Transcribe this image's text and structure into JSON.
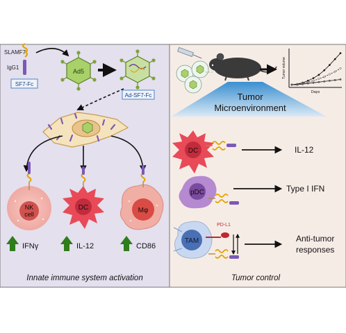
{
  "left": {
    "slamf7": "SLAMF7",
    "igg1": "IgG1",
    "sf7fc": "SF7-Fc",
    "ad5": "Ad5",
    "ad_sf7fc": "Ad-SF7-Fc",
    "nk_line1": "NK",
    "nk_line2": "cell",
    "dc": "DC",
    "mphi": "Mφ",
    "out_nk": "IFNγ",
    "out_dc": "IL-12",
    "out_mphi": "CD86",
    "caption": "Innate immune system activation"
  },
  "right": {
    "chart_ylabel": "Tumor volume",
    "chart_xlabel": "Days",
    "tme_line1": "Tumor",
    "tme_line2": "Microenvironment",
    "row1_cell": "DC",
    "row1_out": "IL-12",
    "row2_cell": "pDC",
    "row2_out": "Type I IFN",
    "row3_cell": "TAM",
    "pdl1": "PD-L1",
    "row3_out1": "Anti-tumor",
    "row3_out2": "responses",
    "caption": "Tumor control"
  },
  "chart_data": {
    "type": "line",
    "title": "",
    "xlabel": "Days",
    "ylabel": "Tumor volume",
    "x": [
      1,
      2,
      3,
      4,
      5,
      6,
      7,
      8,
      9,
      10
    ],
    "series": [
      {
        "values": [
          2,
          3,
          5,
          8,
          12,
          17,
          24,
          32,
          41,
          50
        ]
      },
      {
        "values": [
          2,
          3,
          4,
          6,
          8,
          11,
          14,
          18,
          22,
          27
        ]
      },
      {
        "values": [
          2,
          2,
          3,
          4,
          5,
          6,
          7,
          8,
          9,
          10
        ]
      }
    ],
    "ylim": [
      0,
      55
    ],
    "grid": false
  }
}
